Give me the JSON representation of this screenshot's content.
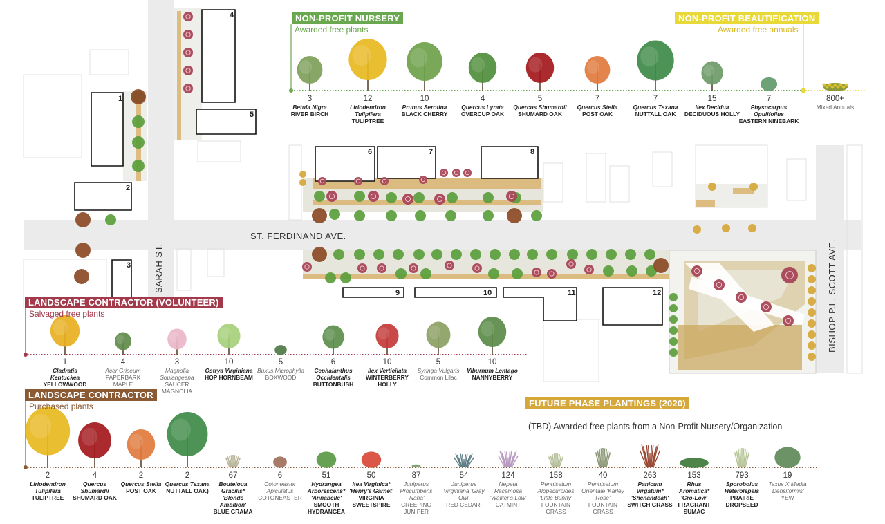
{
  "colors": {
    "nursery_green": "#6aa84f",
    "beautification_yellow": "#e8d838",
    "volunteer_red": "#a33a4c",
    "contractor_brown": "#8a5a35",
    "future_gold": "#d6a73a",
    "tree_green": "#5a9e3c",
    "tree_red": "#a64658",
    "tree_brown": "#8b4a26",
    "planting_tan": "#d9b370",
    "road": "#e9e9e9"
  },
  "streets": {
    "ferdinand": "ST. FERDINAND AVE.",
    "sarah": "SARAH ST.",
    "bishop": "BISHOP P.L. SCOTT AVE."
  },
  "buildings": [
    "1",
    "2",
    "3",
    "4",
    "5",
    "6",
    "7",
    "8",
    "9",
    "10",
    "11",
    "12"
  ],
  "nursery": {
    "title": "NON-PROFIT NURSERY",
    "subtitle": "Awarded free plants",
    "plants": [
      {
        "count": "3",
        "scientific": "Betula Nigra",
        "common": "RIVER BIRCH",
        "color": "#7ea05a",
        "shape": "tree"
      },
      {
        "count": "12",
        "scientific": "Liriodendron Tulipifera",
        "common": "TULIPTREE",
        "color": "#e8b820",
        "shape": "tree"
      },
      {
        "count": "10",
        "scientific": "Prunus Serotina",
        "common": "BLACK CHERRY",
        "color": "#6ea24a",
        "shape": "tree"
      },
      {
        "count": "4",
        "scientific": "Quercus Lyrata",
        "common": "OVERCUP OAK",
        "color": "#4f8e3c",
        "shape": "tree"
      },
      {
        "count": "5",
        "scientific": "Quercus Shumardii",
        "common": "SHUMARD OAK",
        "color": "#a3181c",
        "shape": "tree"
      },
      {
        "count": "7",
        "scientific": "Quercus Stella",
        "common": "POST OAK",
        "color": "#e07a3c",
        "shape": "tree"
      },
      {
        "count": "7",
        "scientific": "Quercus Texana",
        "common": "NUTTALL OAK",
        "color": "#3f8a48",
        "shape": "tree"
      },
      {
        "count": "15",
        "scientific": "Ilex Decidua",
        "common": "DECIDUOUS HOLLY",
        "color": "#6e9a68",
        "shape": "tree"
      }
    ]
  },
  "beautification": {
    "title": "NON-PROFIT BEAUTIFICATION",
    "subtitle": "Awarded free annuals",
    "plants": [
      {
        "count": "7",
        "scientific": "Physocarpus Opulifolius",
        "common": "EASTERN NINEBARK",
        "color": "#5f9a6a",
        "shape": "shrub"
      },
      {
        "count": "800+",
        "scientific": "",
        "common": "Mixed Annuals",
        "color": "#d8c030",
        "shape": "flowers"
      }
    ]
  },
  "volunteer": {
    "title": "LANDSCAPE CONTRACTOR (VOLUNTEER)",
    "subtitle": "Salvaged free plants",
    "plants": [
      {
        "count": "1",
        "scientific": "Cladratis Kentuckea",
        "common": "YELLOWWOOD",
        "color": "#e8b020",
        "shape": "tree",
        "bold": true
      },
      {
        "count": "4",
        "scientific": "Acer Griseum",
        "common": "PAPERBARK MAPLE",
        "color": "#5f8a4a",
        "shape": "tree",
        "bold": false
      },
      {
        "count": "3",
        "scientific": "Magnolia Soulangeana",
        "common": "SAUCER MAGNOLIA",
        "color": "#eab6c8",
        "shape": "tree",
        "bold": false
      },
      {
        "count": "10",
        "scientific": "Ostrya Virginiana",
        "common": "HOP HORNBEAM",
        "color": "#a6cf7a",
        "shape": "tree",
        "bold": true
      },
      {
        "count": "5",
        "scientific": "Buxus Microphylla",
        "common": "BOXWOOD",
        "color": "#4f7a45",
        "shape": "shrub",
        "bold": false
      },
      {
        "count": "6",
        "scientific": "Cephalanthus Occidentalis",
        "common": "BUTTONBUSH",
        "color": "#5c8e4c",
        "shape": "tree",
        "bold": true
      },
      {
        "count": "10",
        "scientific": "Ilex Verticilata",
        "common": "WINTERBERRY HOLLY",
        "color": "#c43a3a",
        "shape": "tree",
        "bold": true
      },
      {
        "count": "5",
        "scientific": "Syringa Vulgaris",
        "common": "Common Lilac",
        "color": "#8aa062",
        "shape": "tree",
        "bold": false
      },
      {
        "count": "10",
        "scientific": "Viburnum Lentago",
        "common": "NANNYBERRY",
        "color": "#5b8a48",
        "shape": "tree",
        "bold": true
      }
    ]
  },
  "contractor": {
    "title": "LANDSCAPE CONTRACTOR",
    "subtitle": "Purchased plants",
    "plants": [
      {
        "count": "2",
        "scientific": "Liriodendron Tulipifera",
        "common": "TULIPTREE",
        "color": "#e8b820",
        "shape": "tree",
        "bold": true
      },
      {
        "count": "4",
        "scientific": "Quercus Shumardii",
        "common": "SHUMARD OAK",
        "color": "#a3181c",
        "shape": "tree",
        "bold": true
      },
      {
        "count": "2",
        "scientific": "Quercus Stella",
        "common": "POST OAK",
        "color": "#e07a3c",
        "shape": "tree",
        "bold": true
      },
      {
        "count": "2",
        "scientific": "Quercus Texana",
        "common": "NUTTALL OAK)",
        "color": "#3f8a48",
        "shape": "tree",
        "bold": true
      },
      {
        "count": "67",
        "scientific": "Bouteloua Gracilis* 'Blonde Ambition'",
        "common": "BLUE GRAMA",
        "color": "#b8b59a",
        "shape": "grass",
        "bold": true
      },
      {
        "count": "6",
        "scientific": "Cotoneaster Apiculatus",
        "common": "COTONEASTER",
        "color": "#a0705a",
        "shape": "shrub",
        "bold": false
      },
      {
        "count": "51",
        "scientific": "Hydrangea Arborescens* 'Annabelle'",
        "common": "SMOOTH HYDRANGEA",
        "color": "#5a9a45",
        "shape": "shrub",
        "bold": true
      },
      {
        "count": "50",
        "scientific": "Itea Virginica* 'Henry's Garnet'",
        "common": "VIRGINIA SWEETSPIRE",
        "color": "#d84a3a",
        "shape": "shrub",
        "bold": true
      },
      {
        "count": "87",
        "scientific": "Juniperus Procumbens 'Nana'",
        "common": "CREEPING JUNIPER",
        "color": "#7a9a6a",
        "shape": "ground",
        "bold": false
      },
      {
        "count": "54",
        "scientific": "Juniperus Virginiana 'Gray Owl'",
        "common": "RED CEDARI",
        "color": "#5f7f86",
        "shape": "spiky",
        "bold": false
      },
      {
        "count": "124",
        "scientific": "Nepeta Racemosa 'Walker's Low'",
        "common": "CATMINT",
        "color": "#b89ac0",
        "shape": "spiky",
        "bold": false
      },
      {
        "count": "158",
        "scientific": "Pennisetum Alopecuroides 'Little Bunny'",
        "common": "FOUNTAIN GRASS",
        "color": "#b5c09a",
        "shape": "grass",
        "bold": false
      },
      {
        "count": "40",
        "scientific": "Pennisetum Orientale 'Karley Rose'",
        "common": "FOUNTAIN GRASS",
        "color": "#8e9a7a",
        "shape": "grass",
        "bold": false
      },
      {
        "count": "263",
        "scientific": "Panicum Virgatum* 'Shenandoah'",
        "common": "SWITCH GRASS",
        "color": "#9a4a34",
        "shape": "spiky",
        "bold": true
      },
      {
        "count": "153",
        "scientific": "Rhus Aromatica* 'Gro-Low'",
        "common": "FRAGRANT SUMAC",
        "color": "#3f7a3a",
        "shape": "ground",
        "bold": true
      },
      {
        "count": "793",
        "scientific": "Sporobolus Heterolepsis",
        "common": "PRAIRIE DROPSEED",
        "color": "#b9c69a",
        "shape": "grass",
        "bold": true
      },
      {
        "count": "19",
        "scientific": "Taxus X Media 'Densiformis'",
        "common": "YEW",
        "color": "#5e8a58",
        "shape": "shrub",
        "bold": false
      }
    ]
  },
  "future": {
    "title": "FUTURE PHASE PLANTINGS (2020)",
    "note": "(TBD) Awarded free plants from a Non-Profit Nursery/Organization"
  }
}
